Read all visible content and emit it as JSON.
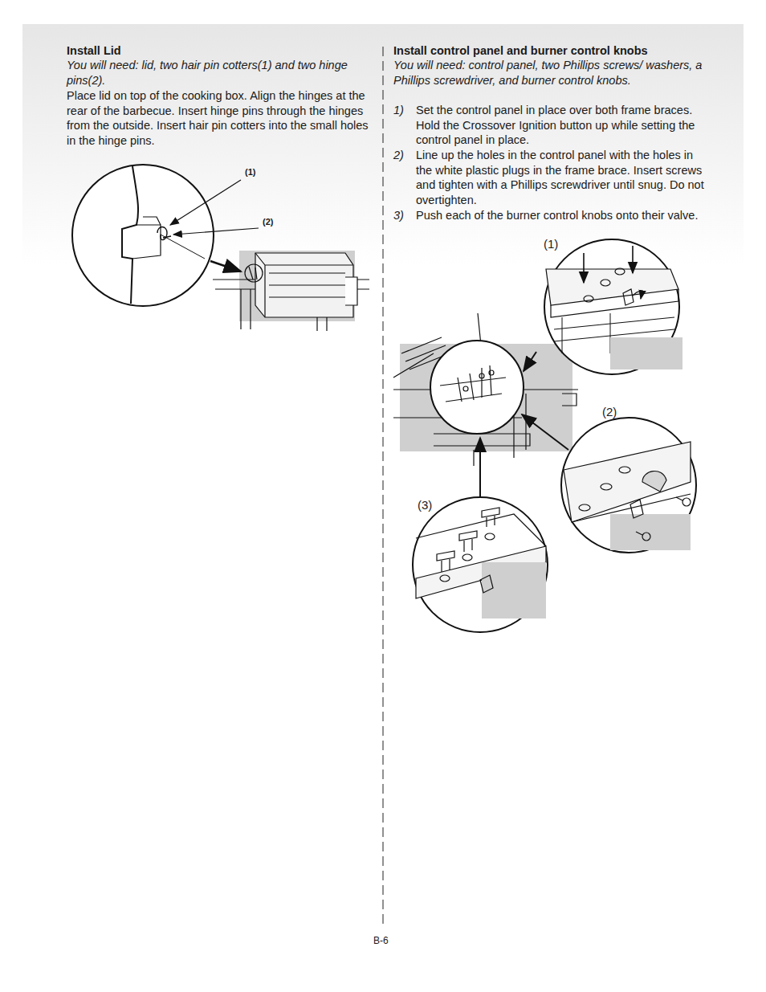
{
  "diagram": {
    "labels": [
      "Install Lid",
      "You will need: lid, two hair pin cotters(1) and two hinge pins(2).",
      "Place lid on top of the cooking box. Align the hinges at the rear of the barbecue. Insert hinge pins through the hinges from the outside. Insert hair pin cotters into the small holes in the hinge pins.",
      "(1)",
      "(2)",
      "Install control panel and burner control knobs",
      "You will need: control panel, two Phillips screws/ washers, a Phillips screwdriver, and burner control knobs.",
      "1)",
      "Set the control panel in place over both frame braces. Hold the Crossover Ignition button up while setting the control panel in place.",
      "2)",
      "Line up the holes in the control panel with the holes in the white plastic plugs in the frame brace. Insert screws and tighten with a Phillips screwdriver until snug. Do not overtighten.",
      "3)",
      "Push each of the burner control knobs onto their valve.",
      "(1)",
      "(2)",
      "(3)",
      "B-6"
    ]
  }
}
